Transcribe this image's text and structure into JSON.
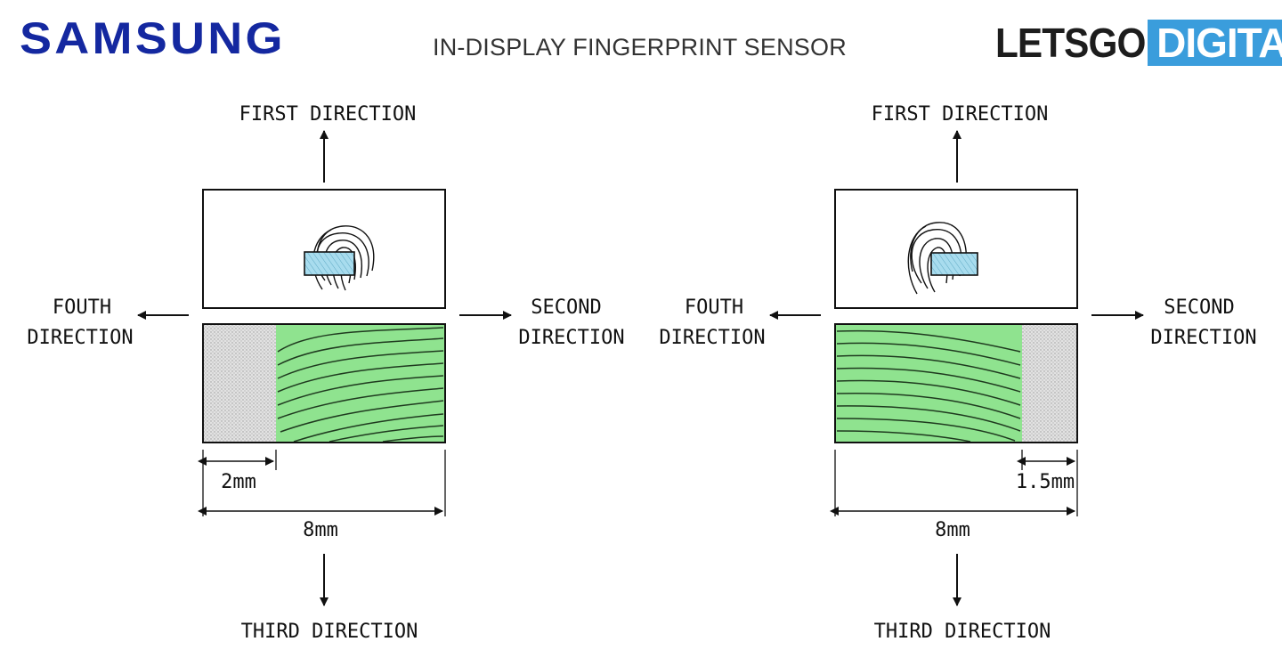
{
  "header": {
    "brand": "SAMSUNG",
    "title": "IN-DISPLAY FINGERPRINT SENSOR",
    "logo_left": "LETSGO",
    "logo_right": "DIGITAL"
  },
  "colors": {
    "samsung_blue": "#1428A0",
    "logo_blue": "#3a9ddc",
    "sensor_fill": "#a8dcee",
    "fingerprint_green": "#8fe38f",
    "dotted_gray": "#d9d9d9"
  },
  "directions": {
    "first": "FIRST DIRECTION",
    "third": "THIRD DIRECTION",
    "fourth_line1": "FOUTH",
    "fourth_line2": "DIRECTION",
    "second_line1": "SECOND",
    "second_line2": "DIRECTION"
  },
  "left_figure": {
    "offset_label": "2mm",
    "width_label": "8mm"
  },
  "right_figure": {
    "offset_label": "1.5mm",
    "width_label": "8mm"
  }
}
